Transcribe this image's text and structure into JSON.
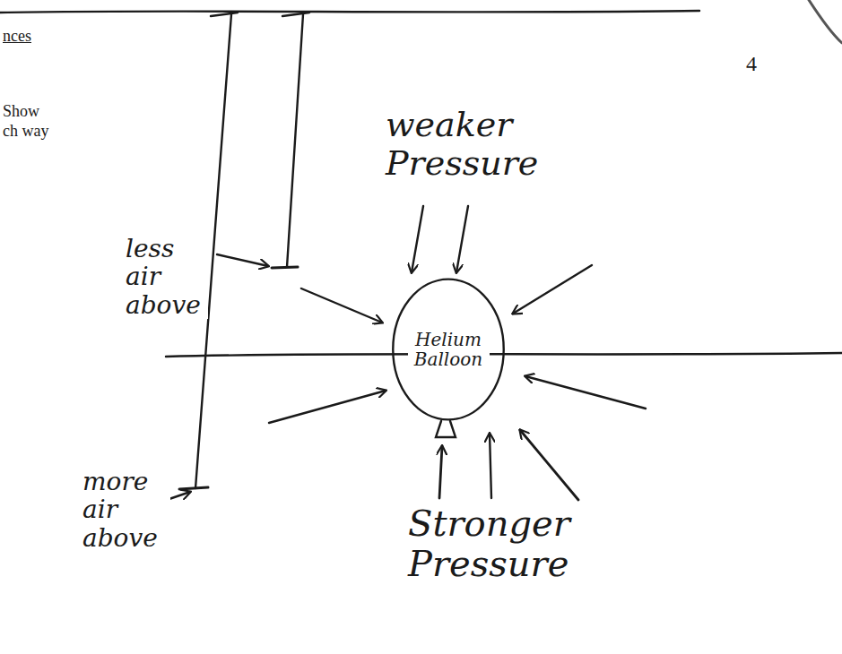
{
  "diagram": {
    "nodes": [
      {
        "text": [
          "Helium Balloon"
        ]
      }
    ],
    "labels": [
      "4",
      "nces",
      "Show",
      "ch way",
      "less air above",
      "more air above",
      "weaker Pressure",
      "Stronger Pressure"
    ]
  }
}
